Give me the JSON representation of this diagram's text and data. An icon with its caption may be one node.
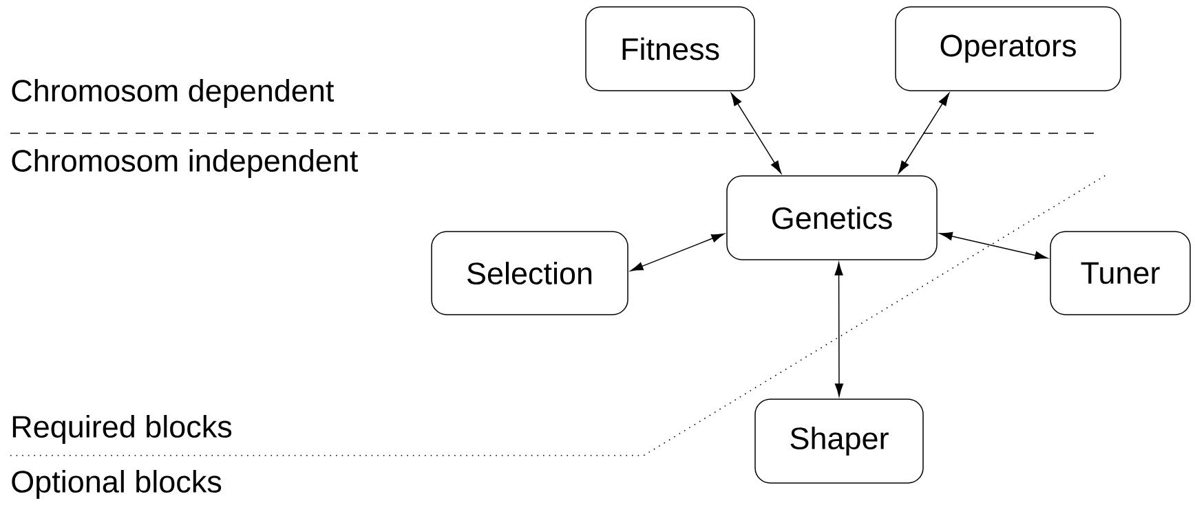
{
  "diagram": {
    "nodes": [
      {
        "text": [
          "Fitness"
        ]
      },
      {
        "text": [
          "Operators"
        ]
      },
      {
        "text": [
          "Genetics"
        ]
      },
      {
        "text": [
          "Selection"
        ]
      },
      {
        "text": [
          "Tuner"
        ]
      },
      {
        "text": [
          "Shaper"
        ]
      }
    ],
    "edges": [
      {
        "from": 0,
        "to": 2,
        "arrow": "both"
      },
      {
        "from": 1,
        "to": 2,
        "arrow": "both"
      },
      {
        "from": 3,
        "to": 2,
        "arrow": "both"
      },
      {
        "from": 2,
        "to": 4,
        "arrow": "both"
      },
      {
        "from": 2,
        "to": 5,
        "arrow": "both"
      }
    ],
    "labels": [
      "Chromosom dependent",
      "Chromosom independent",
      "Required blocks",
      "Optional blocks"
    ]
  }
}
